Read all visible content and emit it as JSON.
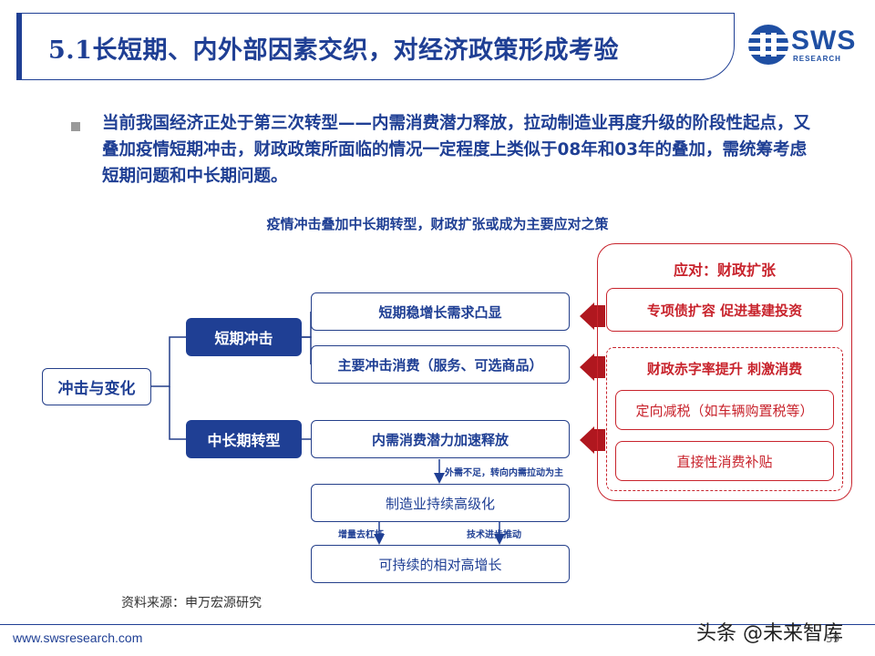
{
  "title": "5.1长短期、内外部因素交织，对经济政策形成考验",
  "logo": {
    "text": "SWS",
    "subtext": "RESEARCH"
  },
  "bullet": "当前我国经济正处于第三次转型——内需消费潜力释放，拉动制造业再度升级的阶段性起点，又叠加疫情短期冲击，财政政策所面临的情况一定程度上类似于08年和03年的叠加，需统筹考虑短期问题和中长期问题。",
  "diagram": {
    "caption": "疫情冲击叠加中长期转型，财政扩张或成为主要应对之策",
    "root": "冲击与变化",
    "short_term": "短期冲击",
    "long_term": "中长期转型",
    "short_items": [
      "短期稳增长需求凸显",
      "主要冲击消费（服务、可选商品）"
    ],
    "long_item": "内需消费潜力加速释放",
    "arrow_label_1": "外需不足，转向内需拉动为主",
    "manufacturing": "制造业持续高级化",
    "arrow_label_left": "增量去杠杆",
    "arrow_label_right": "技术进步推动",
    "growth": "可持续的相对高增长",
    "response": {
      "title": "应对：财政扩张",
      "item1": "专项债扩容 促进基建投资",
      "item2_title": "财政赤字率提升 刺激消费",
      "item2_sub": [
        "定向减税（如车辆购置税等）",
        "直接性消费补贴"
      ]
    }
  },
  "source": "资料来源：申万宏源研究",
  "footer": {
    "url": "www.swsresearch.com",
    "page": "59"
  },
  "watermark": "头条 @未来智库"
}
